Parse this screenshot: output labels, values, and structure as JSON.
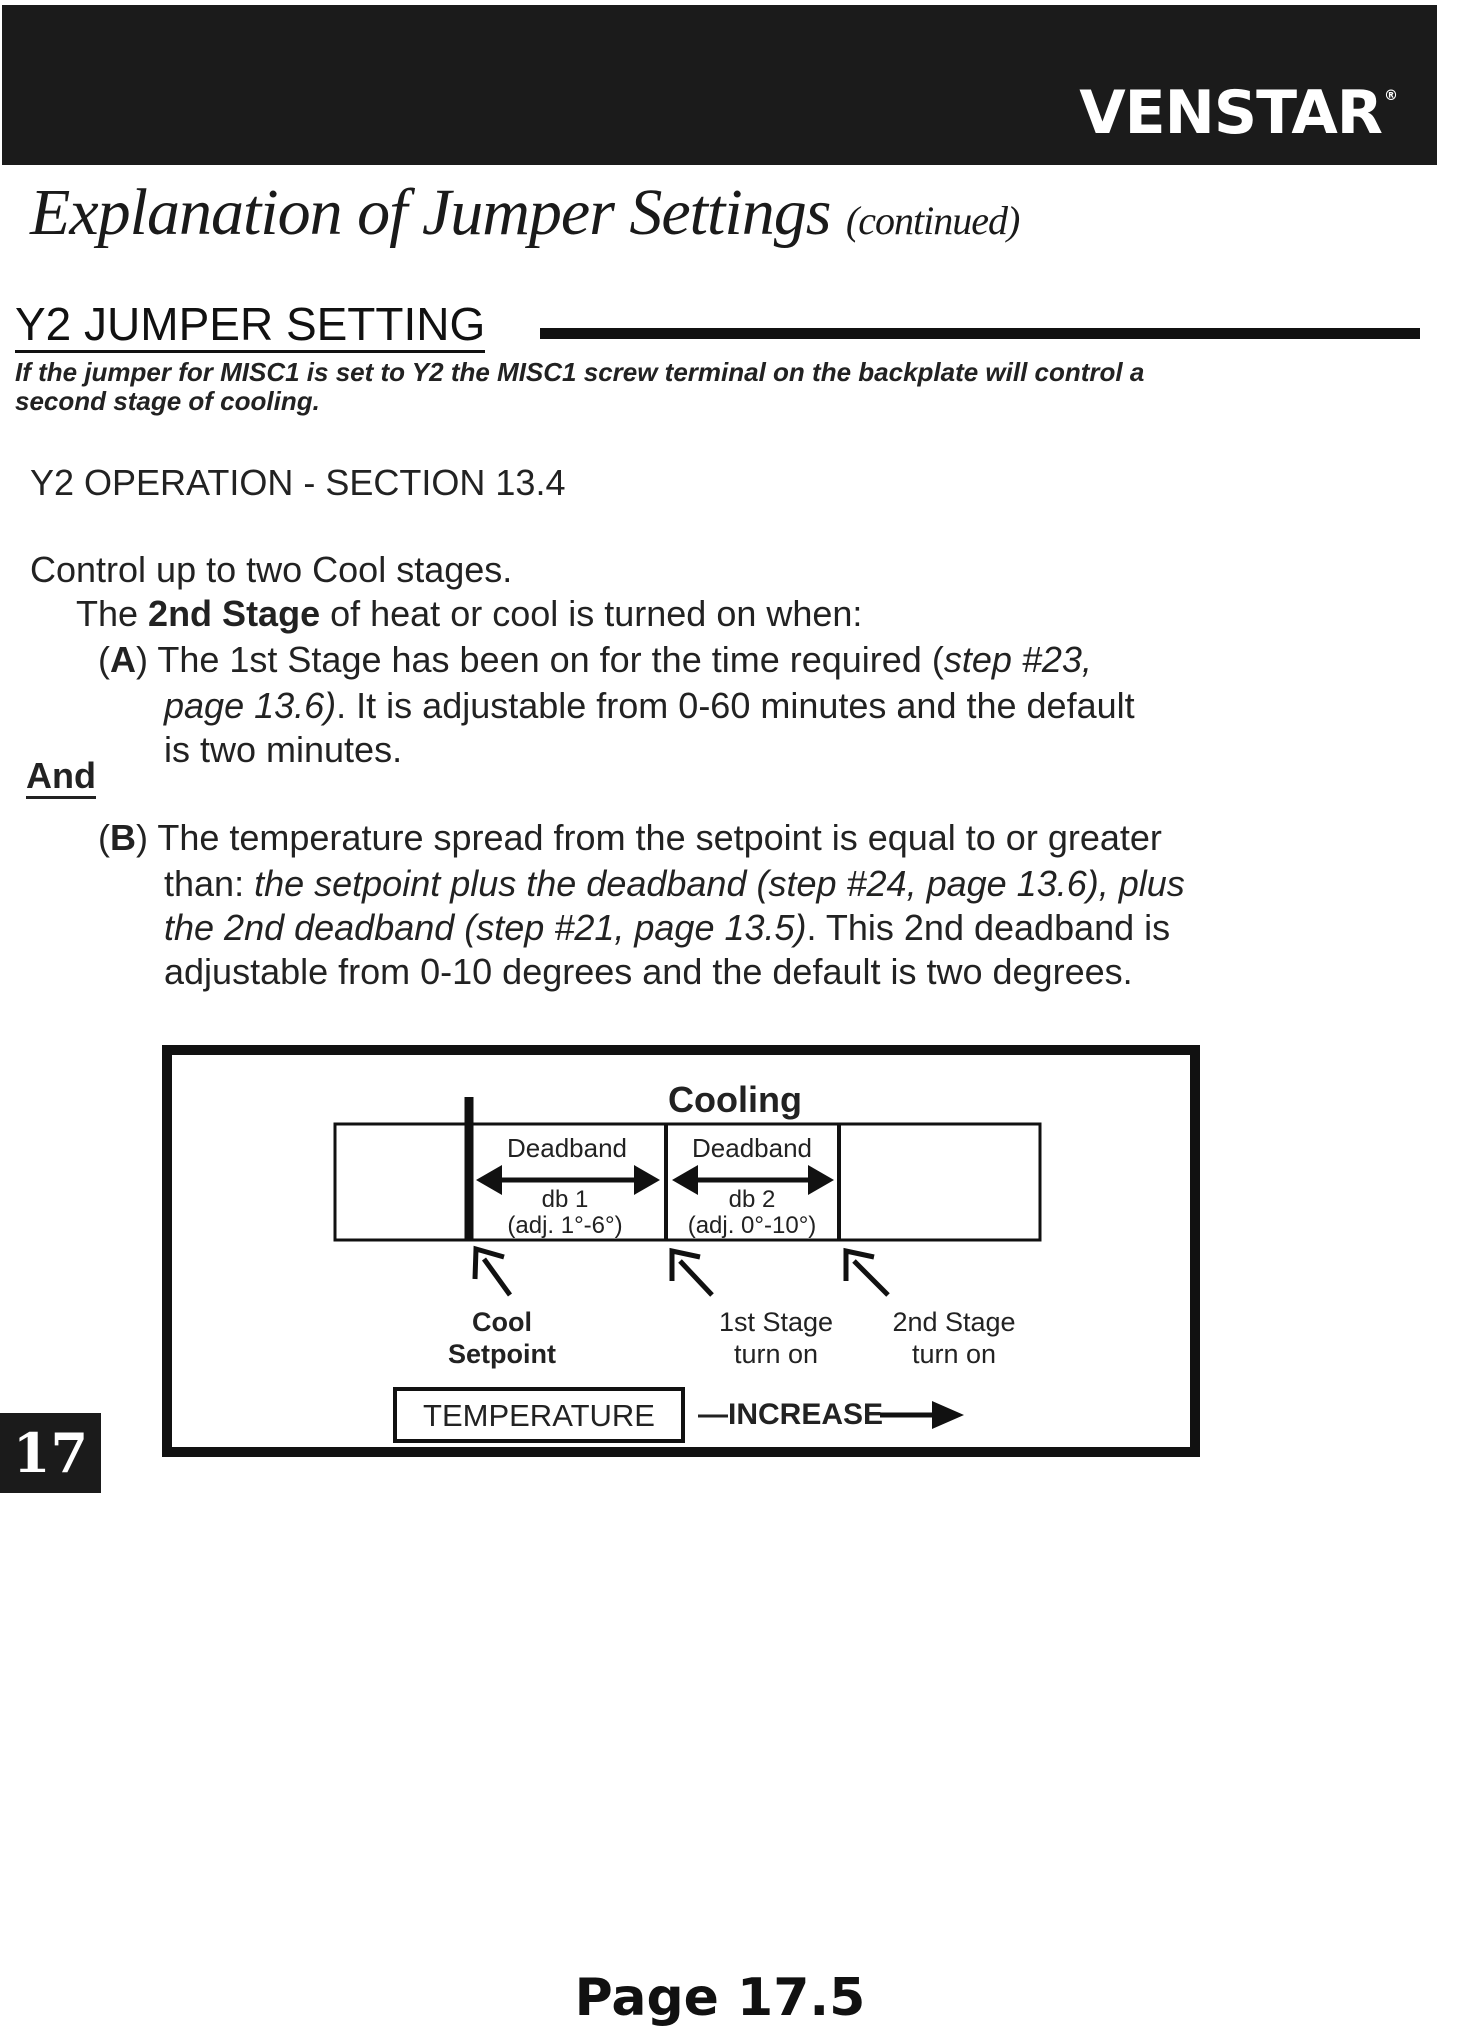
{
  "header": {
    "brand": "VENSTAR",
    "brand_mark": "®"
  },
  "title": {
    "main": "Explanation of Jumper Settings",
    "suffix": "(continued)"
  },
  "section": {
    "heading": "Y2 JUMPER SETTING",
    "note_line1": "If the jumper for MISC1 is set to Y2 the MISC1 screw terminal on the backplate will control a",
    "note_line2": "second stage of cooling."
  },
  "operation": {
    "title": "Y2 OPERATION - SECTION 13.4",
    "line1": "Control up to two Cool stages.",
    "line2_pre": "The ",
    "line2_bold": "2nd Stage",
    "line2_post": " of heat or cool is turned on when:",
    "a_open": "(",
    "a_letter": "A",
    "a_close": ") ",
    "a_text1": "The 1st Stage has been on for the time required (",
    "a_ital1": "step #23,",
    "a_ital2": "page 13.6)",
    "a_text2": ".  It is adjustable from 0-60 minutes and the default",
    "a_text3": "is two minutes.",
    "and": "And",
    "b_open": "(",
    "b_letter": "B",
    "b_close": ") ",
    "b_text1": "The temperature spread from the setpoint is equal to or greater",
    "b_text2a": "than: ",
    "b_ital2": "the setpoint plus the deadband (step #24, page 13.6), plus",
    "b_ital3": "the 2nd deadband (step #21, page 13.5)",
    "b_text3": ".  This 2nd deadband is",
    "b_text4": "adjustable from 0-10 degrees and the default is two degrees."
  },
  "diagram": {
    "title": "Cooling",
    "deadband1_label": "Deadband",
    "deadband2_label": "Deadband",
    "db1_name": "db 1",
    "db1_range": "(adj. 1°-6°)",
    "db2_name": "db 2",
    "db2_range": "(adj. 0°-10°)",
    "cool_setpoint_line1": "Cool",
    "cool_setpoint_line2": "Setpoint",
    "stage1_line1": "1st Stage",
    "stage1_line2": "turn on",
    "stage2_line1": "2nd Stage",
    "stage2_line2": "turn on",
    "temperature_label": "TEMPERATURE",
    "increase_label": "—INCREASE"
  },
  "footer": {
    "tab": "17",
    "page": "Page 17.5"
  }
}
